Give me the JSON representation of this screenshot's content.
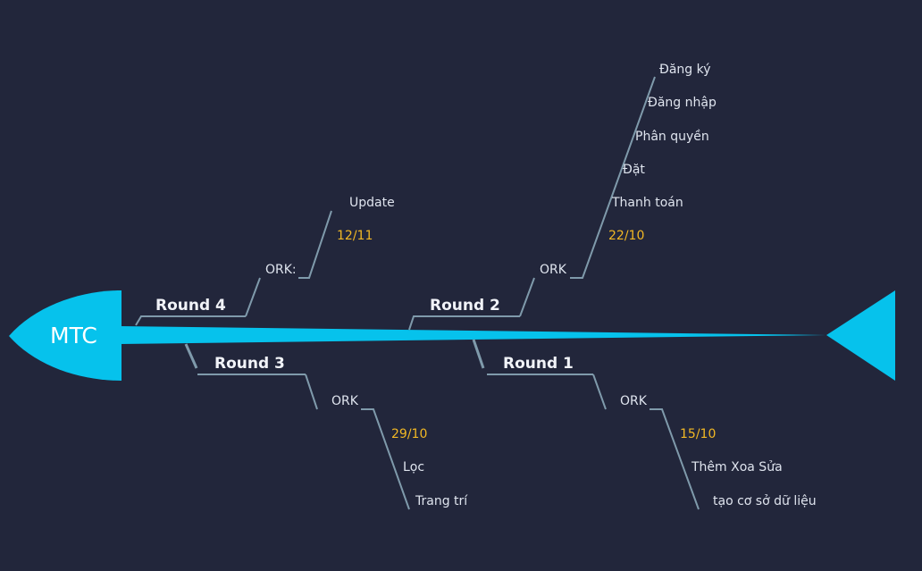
{
  "head_label": "MTC",
  "rounds": [
    {
      "label": "Round 4",
      "ork_label": "ORK:",
      "date": "12/11",
      "items": [
        "Update"
      ]
    },
    {
      "label": "Round 2",
      "ork_label": "ORK",
      "date": "22/10",
      "items": [
        "Thanh toán",
        "Đặt",
        "Phân quyền",
        "Đăng nhập",
        "Đăng ký"
      ]
    },
    {
      "label": "Round 3",
      "ork_label": "ORK",
      "date": "29/10",
      "items": [
        "Lọc",
        "Trang trí"
      ]
    },
    {
      "label": "Round 1",
      "ork_label": "ORK",
      "date": "15/10",
      "items": [
        "Thêm Xoa Sửa",
        "tạo cơ sở dữ liệu"
      ]
    }
  ],
  "colors": {
    "background": "#22263b",
    "spine": "#06c2ec",
    "branch_line": "#7f9aab",
    "date_text": "#f2b824",
    "label_text": "#dfe4ee"
  }
}
